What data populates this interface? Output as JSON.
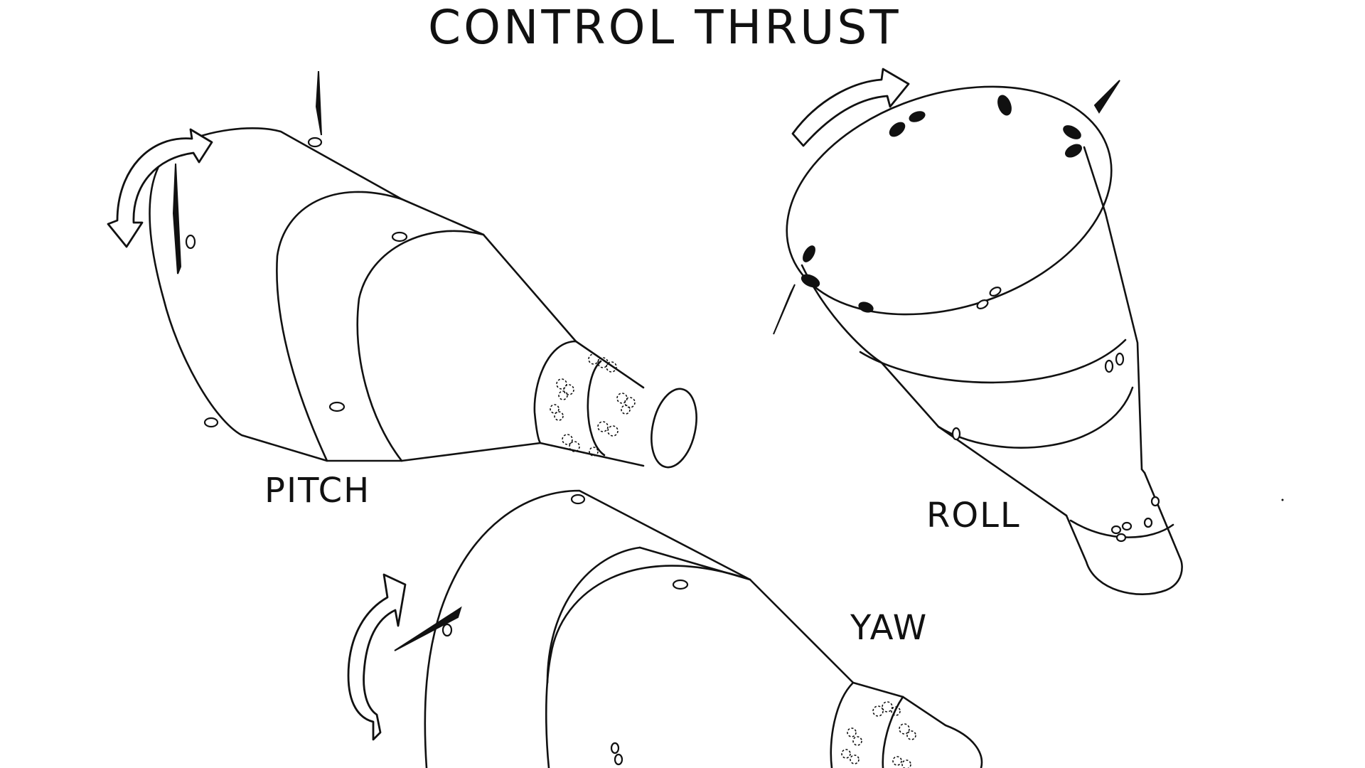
{
  "title": "CONTROL THRUST",
  "capsules": {
    "pitch": {
      "label": "PITCH"
    },
    "roll": {
      "label": "ROLL"
    },
    "yaw": {
      "label": "YAW"
    }
  },
  "colors": {
    "ink": "#111111",
    "paper": "#ffffff"
  }
}
